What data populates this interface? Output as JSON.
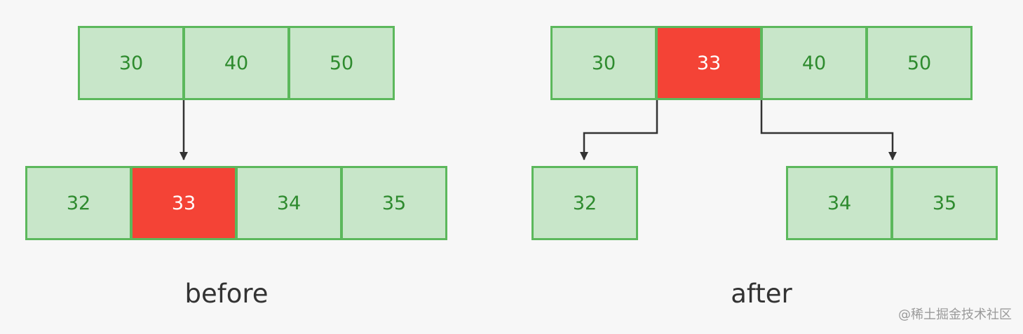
{
  "colors": {
    "cell_fill": "#c8e6c9",
    "cell_border": "#5cb85c",
    "cell_text": "#2e8b2e",
    "highlight_fill": "#f44336",
    "highlight_text": "#ffffff",
    "arrow": "#333333"
  },
  "before": {
    "caption": "before",
    "parent": [
      "30",
      "40",
      "50"
    ],
    "child": [
      "32",
      "33",
      "34",
      "35"
    ],
    "highlighted": "33"
  },
  "after": {
    "caption": "after",
    "parent": [
      "30",
      "33",
      "40",
      "50"
    ],
    "left_child": [
      "32"
    ],
    "right_child": [
      "34",
      "35"
    ],
    "highlighted": "33"
  },
  "watermark": "@稀土掘金技术社区"
}
